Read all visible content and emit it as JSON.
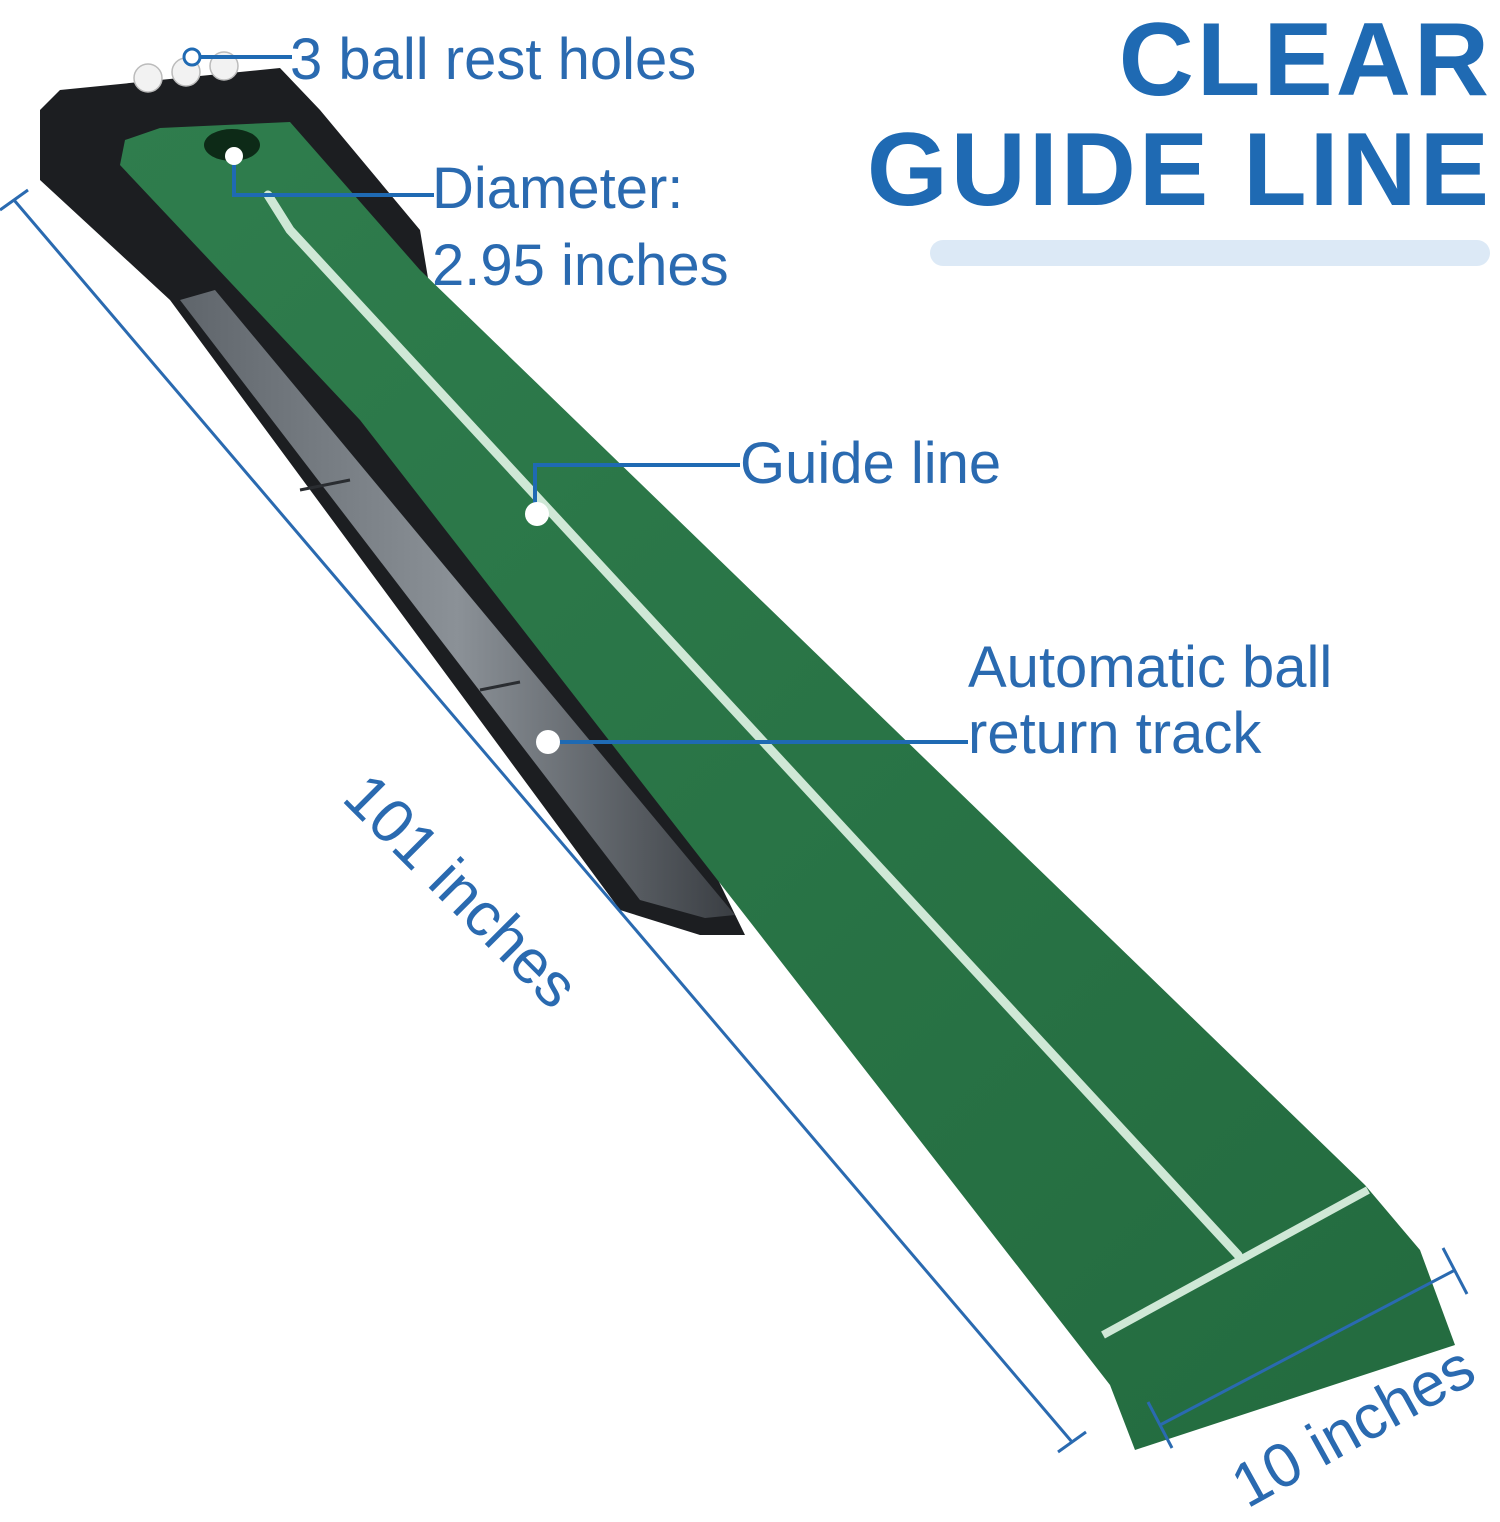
{
  "headline": {
    "line1": "CLEAR",
    "line2": "GUIDE LINE"
  },
  "callouts": {
    "ball_holes": "3 ball rest holes",
    "diameter_line1": "Diameter:",
    "diameter_line2": "2.95 inches",
    "guide_line": "Guide line",
    "auto_return_line1": "Automatic ball",
    "auto_return_line2": "return track"
  },
  "dimensions": {
    "length": "101 inches",
    "width": "10 inches"
  },
  "colors": {
    "accent_blue": "#1f6ab3",
    "turf_green": "#2c7a4a",
    "guide_line": "#cfe8d6",
    "tray_black": "#1c1e21"
  }
}
